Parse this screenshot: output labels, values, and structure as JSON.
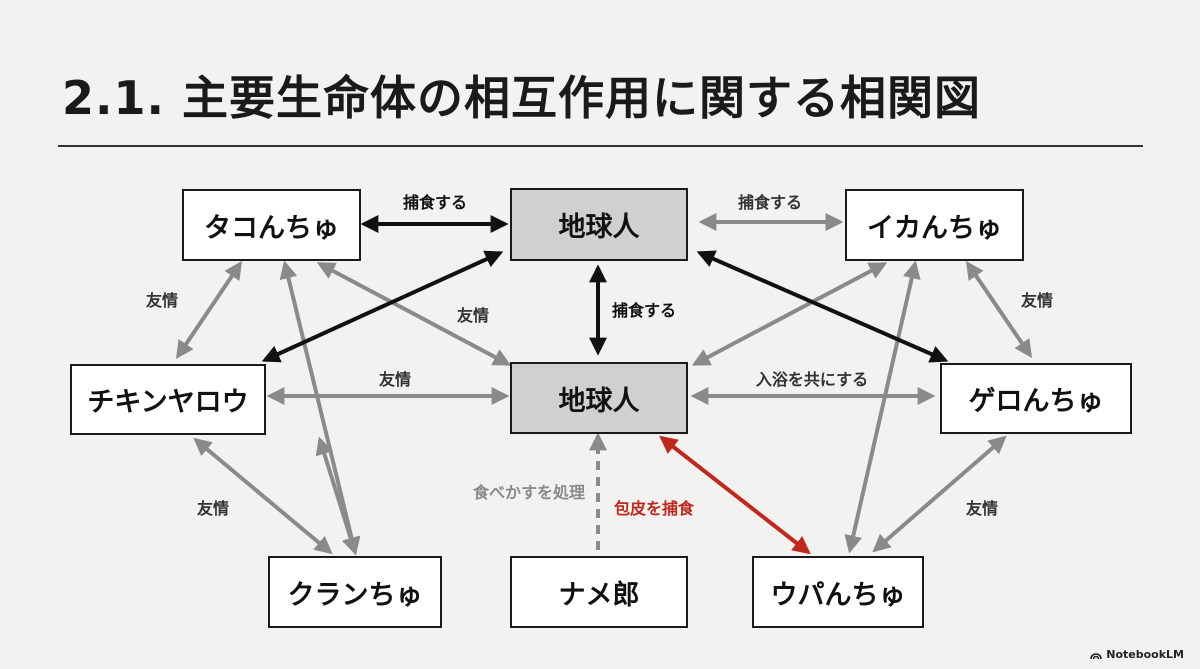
{
  "title": "2.1. 主要生命体の相互作用に関する相関図",
  "nodes": {
    "tako": "タコんちゅ",
    "human_top": "地球人",
    "ika": "イカんちゅ",
    "chikin": "チキンヤロウ",
    "human_mid": "地球人",
    "gero": "ゲロんちゅ",
    "kuran": "クランちゅ",
    "name": "ナメ郎",
    "upan": "ウパんちゅ"
  },
  "edges": {
    "tako_human": "捕食する",
    "human_ika": "捕食する",
    "human_human": "捕食する",
    "tako_human_mid": "友情",
    "tako_chikin": "友情",
    "ika_gero": "友情",
    "chikin_human": "友情",
    "human_gero": "入浴を共にする",
    "chikin_kuran": "友情",
    "gero_upan": "友情",
    "name_human": "食べかすを処理",
    "human_upan": "包皮を捕食"
  },
  "colors": {
    "black": "#111111",
    "gray": "#8a8a8a",
    "red": "#c0281e"
  },
  "brand": "NotebookLM"
}
